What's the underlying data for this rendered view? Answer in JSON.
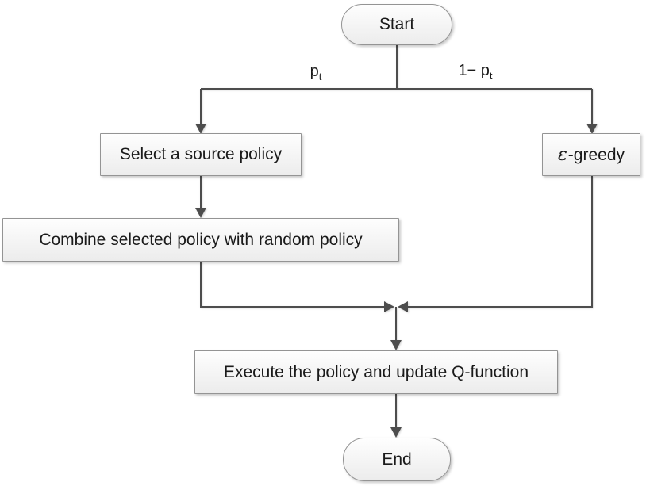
{
  "diagram": {
    "type": "flowchart",
    "nodes": {
      "start": {
        "label": "Start"
      },
      "select_policy": {
        "label": "Select a source policy"
      },
      "epsilon_greedy": {
        "epsilon": "ε",
        "rest": "-greedy"
      },
      "combine_policy": {
        "label": "Combine selected policy with random policy"
      },
      "execute": {
        "label": "Execute the policy and update Q-function"
      },
      "end": {
        "label": "End"
      }
    },
    "edge_labels": {
      "left_branch": {
        "base": "p",
        "sub": "t"
      },
      "right_branch": {
        "base": "1− p",
        "sub": "t"
      }
    },
    "colors": {
      "line": "#4d4d4d",
      "box_border": "#949494",
      "box_fill_top": "#fefefe",
      "box_fill_bottom": "#ececec",
      "text": "#1a1a1a",
      "background": "#ffffff"
    }
  }
}
